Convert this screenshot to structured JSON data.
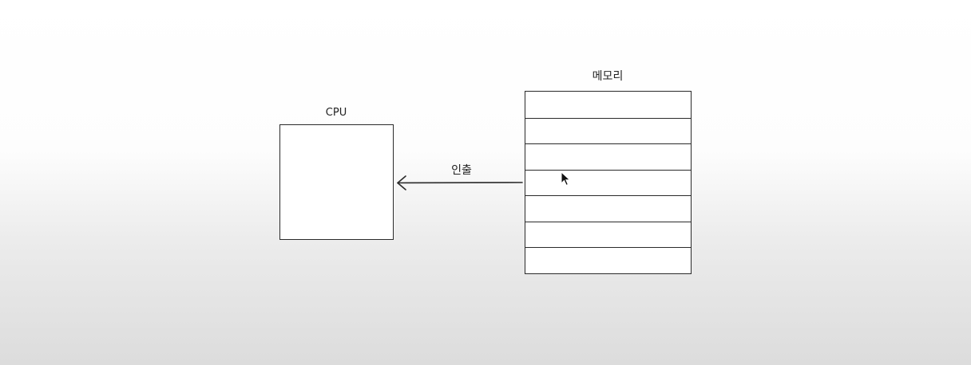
{
  "diagram": {
    "cpu": {
      "label": "CPU"
    },
    "memory": {
      "label": "메모리",
      "row_count": 7
    },
    "arrow": {
      "label": "인출",
      "from": "memory",
      "to": "cpu"
    }
  },
  "icons": {
    "cursor": "mouse-pointer-icon"
  },
  "colors": {
    "line": "#2a2a2a",
    "background_top": "#ffffff",
    "background_bottom": "#dcdcdc"
  }
}
